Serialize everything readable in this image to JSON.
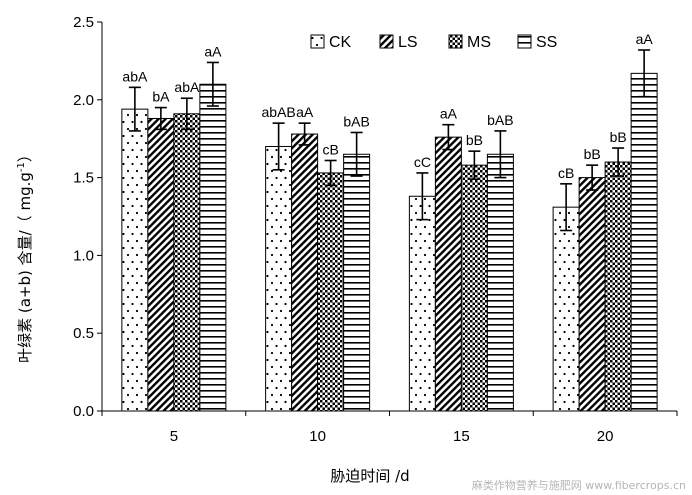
{
  "chart_data": {
    "type": "bar",
    "xlabel": "胁迫时间 /d",
    "ylabel_main": "叶绿素 (a+b) 含量/（ mg.g",
    "ylabel_sup": "-1",
    "ylabel_end": "）",
    "ylim": [
      0,
      2.5
    ],
    "yticks": [
      "0.0",
      "0.5",
      "1.0",
      "1.5",
      "2.0",
      "2.5"
    ],
    "categories": [
      "5",
      "10",
      "15",
      "20"
    ],
    "legend_position": "top-right",
    "series": [
      {
        "name": "CK",
        "pattern": "dots",
        "values": [
          1.94,
          1.7,
          1.38,
          1.31
        ],
        "errors": [
          0.14,
          0.15,
          0.15,
          0.15
        ],
        "labels": [
          "abA",
          "abAB",
          "cC",
          "cB"
        ]
      },
      {
        "name": "LS",
        "pattern": "diagonal",
        "values": [
          1.88,
          1.78,
          1.76,
          1.5
        ],
        "errors": [
          0.07,
          0.07,
          0.08,
          0.08
        ],
        "labels": [
          "bA",
          "aA",
          "aA",
          "bB"
        ]
      },
      {
        "name": "MS",
        "pattern": "crosshatch",
        "values": [
          1.91,
          1.53,
          1.58,
          1.6
        ],
        "errors": [
          0.1,
          0.08,
          0.09,
          0.09
        ],
        "labels": [
          "abA",
          "cB",
          "bB",
          "bB"
        ]
      },
      {
        "name": "SS",
        "pattern": "horizontal",
        "values": [
          2.1,
          1.65,
          1.65,
          2.17
        ],
        "errors": [
          0.14,
          0.14,
          0.15,
          0.15
        ],
        "labels": [
          "aA",
          "bAB",
          "bAB",
          "aA"
        ]
      }
    ]
  },
  "watermark": "麻类作物营养与施肥网 www.fibercrops.cn"
}
